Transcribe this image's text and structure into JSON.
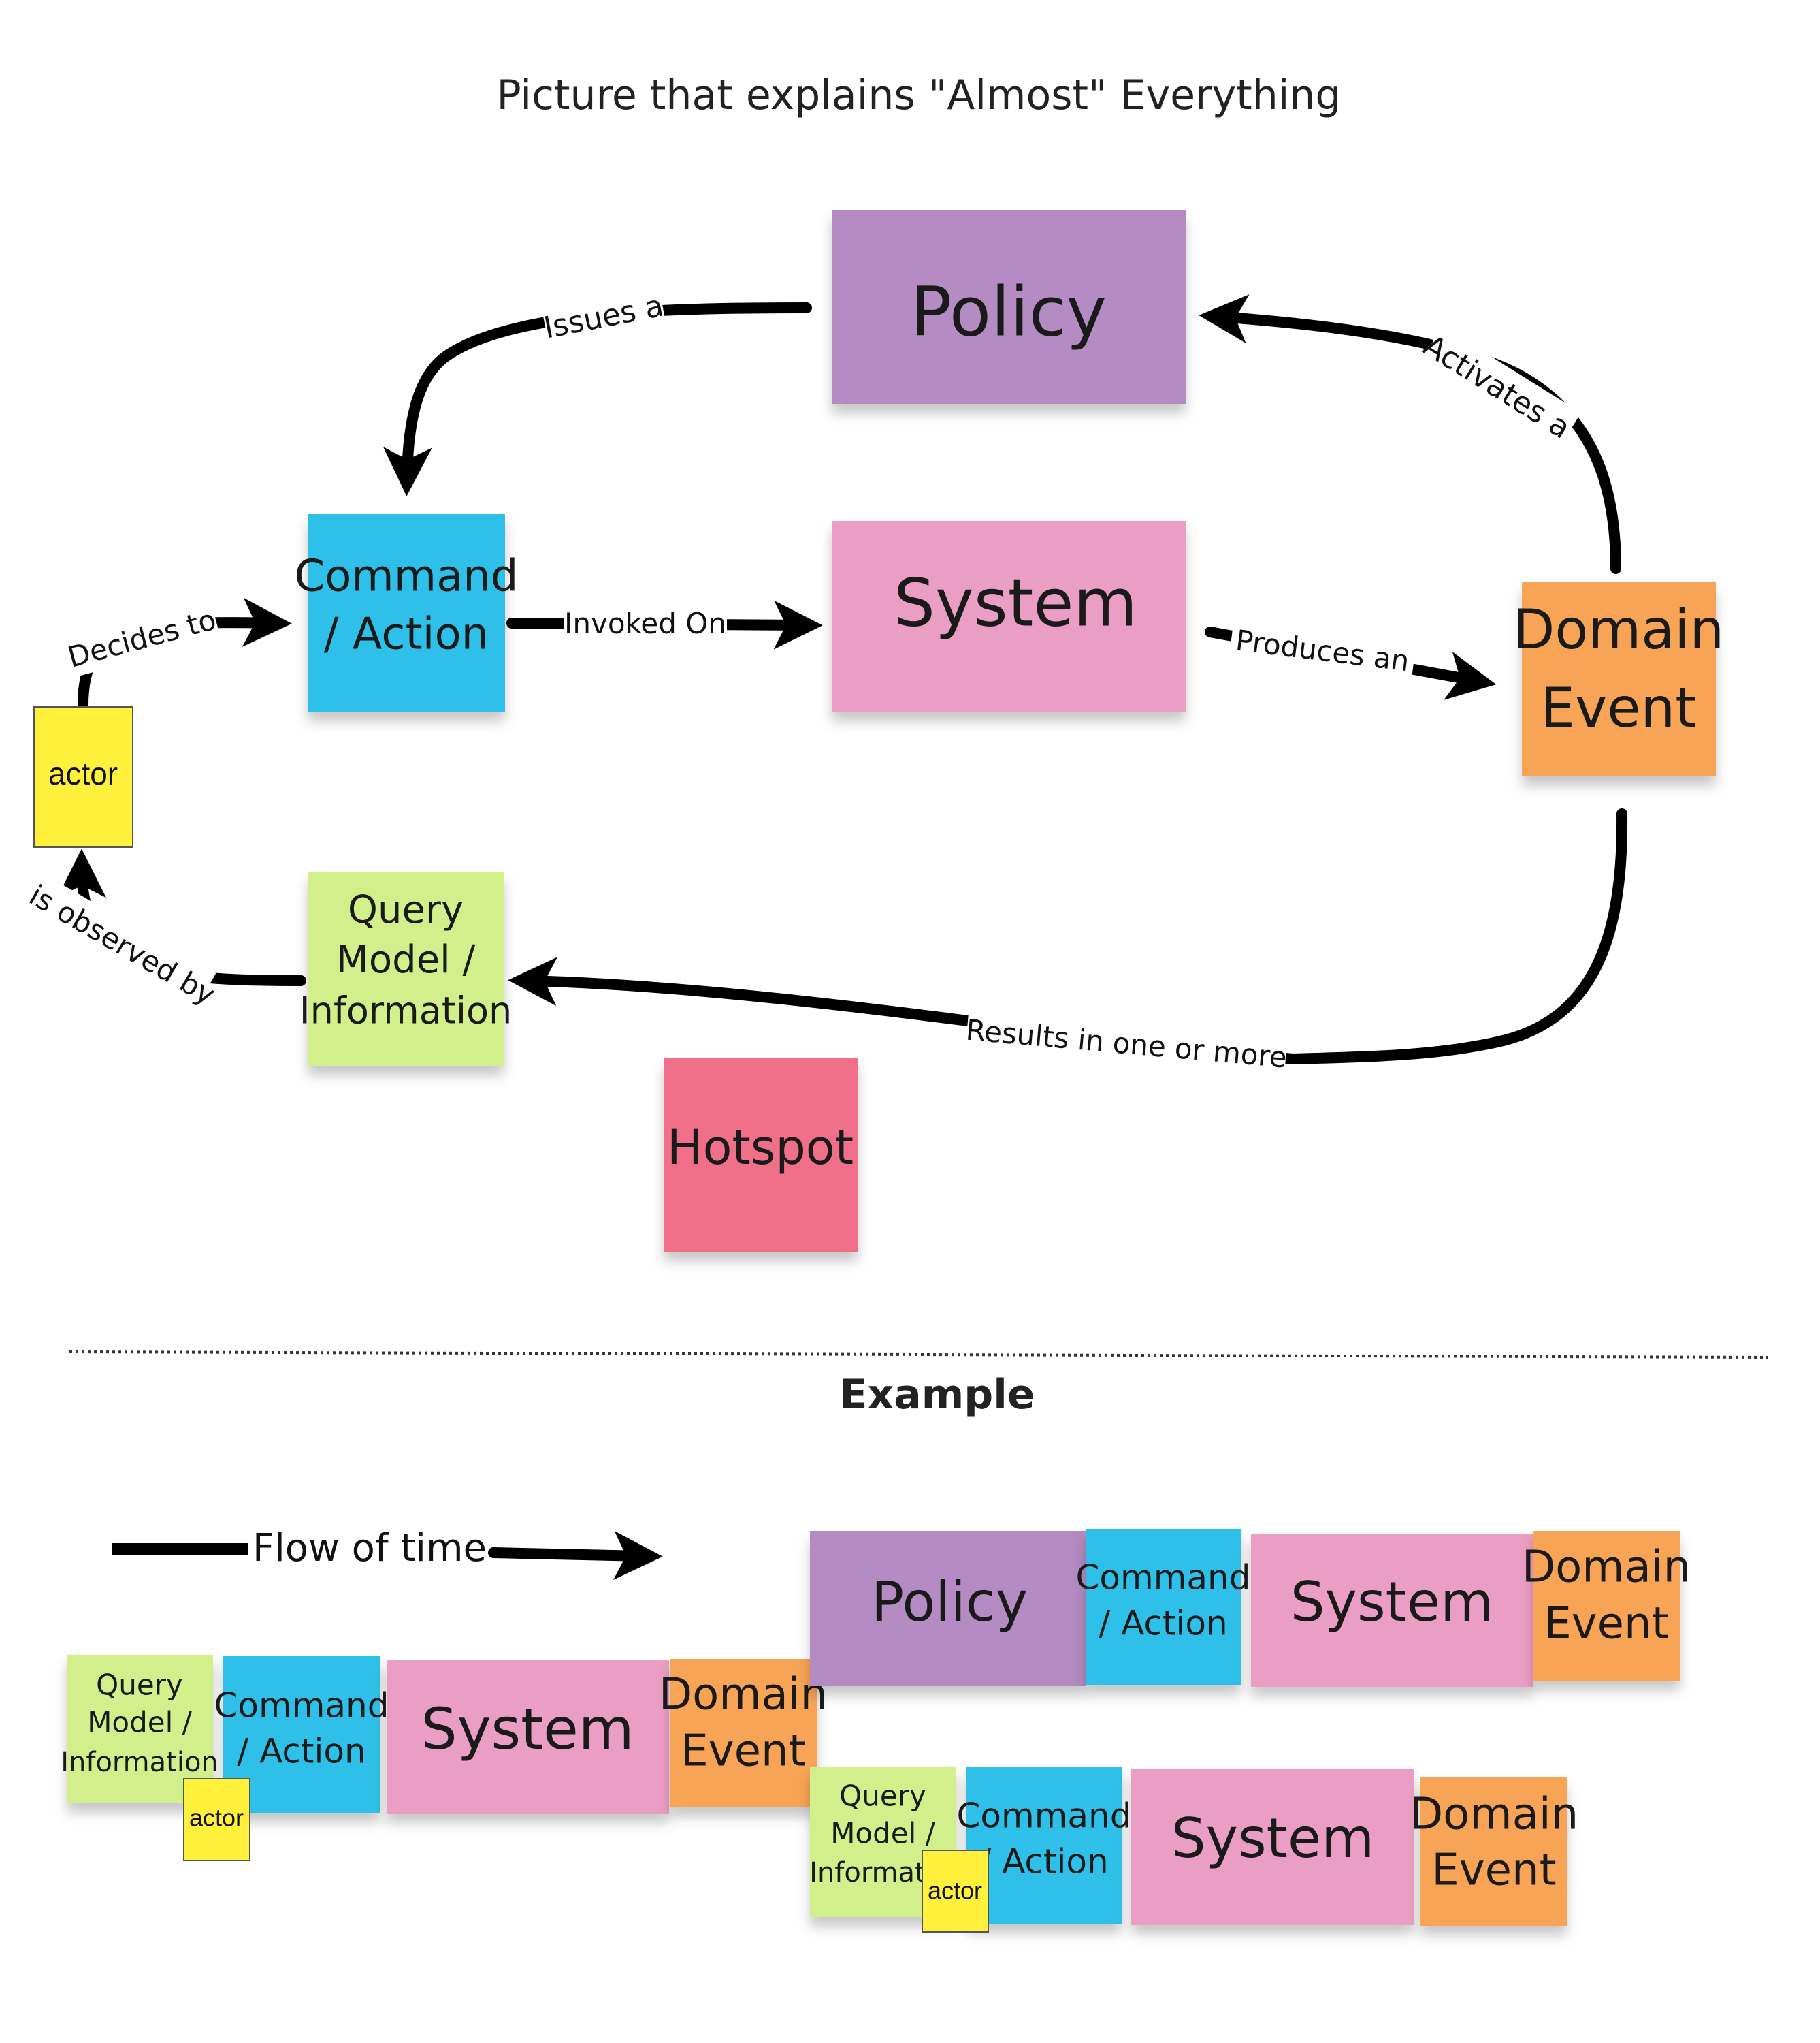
{
  "title": "Picture that explains \"Almost\" Everything",
  "example_heading": "Example",
  "colors": {
    "policy": "#b48bc2",
    "command": "#2ec0e8",
    "system": "#eb9ec3",
    "domain_event": "#f8a456",
    "actor": "#fff03c",
    "query": "#d1f08c",
    "hotspot": "#f06f8a"
  },
  "stickies": {
    "policy": "Policy",
    "command": [
      "Command",
      "/ Action"
    ],
    "system": "System",
    "domain_event": [
      "Domain",
      "Event"
    ],
    "actor": "actor",
    "query": [
      "Query",
      "Model /",
      "Information"
    ],
    "hotspot": "Hotspot"
  },
  "labels": {
    "issues": "Issues a",
    "activates": "Activates a",
    "decides": "Decides to",
    "invoked": "Invoked On",
    "produces": "Produces an",
    "results": "Results in one or more",
    "observed": "is observed by"
  },
  "example": {
    "flow_label": "Flow of time",
    "row1": {
      "query": [
        "Query",
        "Model /",
        "Information"
      ],
      "command": [
        "Command",
        "/ Action"
      ],
      "system": "System",
      "domain_event": [
        "Domain",
        "Event"
      ],
      "actor": "actor"
    },
    "row2": {
      "policy": "Policy",
      "command": [
        "Command",
        "/ Action"
      ],
      "system": "System",
      "domain_event": [
        "Domain",
        "Event"
      ]
    },
    "row3": {
      "query": [
        "Query",
        "Model /",
        "Informati"
      ],
      "command": [
        "Command",
        "/ Action"
      ],
      "system": "System",
      "domain_event": [
        "Domain",
        "Event"
      ],
      "actor": "actor"
    }
  }
}
